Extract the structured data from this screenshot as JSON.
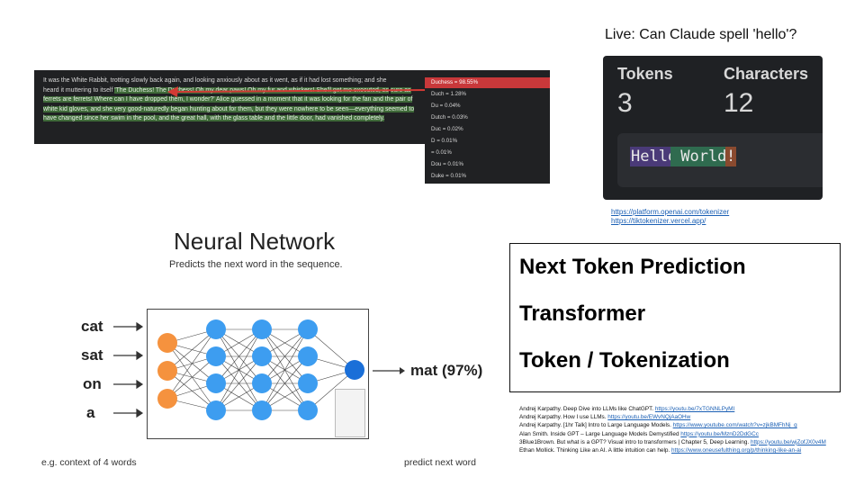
{
  "live": {
    "title": "Live: Can Claude spell 'hello'?",
    "tokens_label": "Tokens",
    "tokens_value": "3",
    "characters_label": "Characters",
    "characters_value": "12",
    "tokens": [
      "Hello",
      " World",
      "!"
    ]
  },
  "tokenizer_links": [
    "https://platform.openai.com/tokenizer",
    "https://tiktokenizer.vercel.app/"
  ],
  "excerpt": {
    "line1": "It was the White Rabbit, trotting slowly back again, and looking anxiously about as it went, as if it had lost something; and she",
    "line2_pre": "heard it muttering to itself ",
    "line2_hl": "'The Duchess!",
    "line2_post": " The Duchess! Oh my dear paws! Oh my fur and whiskers! She'll get me executed, as",
    "rest": "sure as ferrets are ferrets! Where can I have dropped them, I wonder?' Alice guessed in a moment that it was looking for the fan and the pair of white kid gloves, and she very good-naturedly began hunting about for them, but they were nowhere to be seen—everything seemed to have changed since her swim in the pool, and the great hall, with the glass table and the little door, had vanished completely."
  },
  "predictions": [
    "Duchess = 98.55%",
    "Duch = 1.28%",
    "Du = 0.04%",
    "Dutch = 0.03%",
    "Duc = 0.02%",
    "D = 0.01%",
    "= 0.01%",
    "Dou = 0.01%",
    "Duke = 0.01%"
  ],
  "nn": {
    "title": "Neural Network",
    "subtitle": "Predicts the next word in the sequence.",
    "inputs": [
      "cat",
      "sat",
      "on",
      "a"
    ],
    "output": "mat (97%)",
    "footer_left": "e.g. context of 4 words",
    "footer_right": "predict next word",
    "input_color": "#f5923e",
    "hidden_color": "#3d9df0",
    "output_color": "#1a6fd8"
  },
  "concepts": [
    "Next Token Prediction",
    "Transformer",
    "Token / Tokenization"
  ],
  "references": [
    {
      "text": "Andrej Karpathy. Deep Dive into LLMs like ChatGPT. ",
      "link": "https://youtu.be/7xTGNNLPyMI"
    },
    {
      "text": "Andrej Karpathy. How I use LLMs. ",
      "link": "https://youtu.be/EWvNQjAaOHw"
    },
    {
      "text": "Andrej Karpathy. [1hr Talk] Intro to Large Language Models. ",
      "link": "https://www.youtube.com/watch?v=zjkBMFhNj_g"
    },
    {
      "text": "Alan Smith. Inside GPT – Large Language Models Demystified ",
      "link": "https://youtu.be/MznD2DdGCc"
    },
    {
      "text": "3Blue1Brown. But what is a GPT? Visual intro to transformers | Chapter 5, Deep Learning. ",
      "link": "https://youtu.be/wjZofJX0v4M"
    },
    {
      "text": "Ethan Mollick. Thinking Like an AI. A little intuition can help. ",
      "link": "https://www.oneusefulthing.org/p/thinking-like-an-ai"
    }
  ]
}
